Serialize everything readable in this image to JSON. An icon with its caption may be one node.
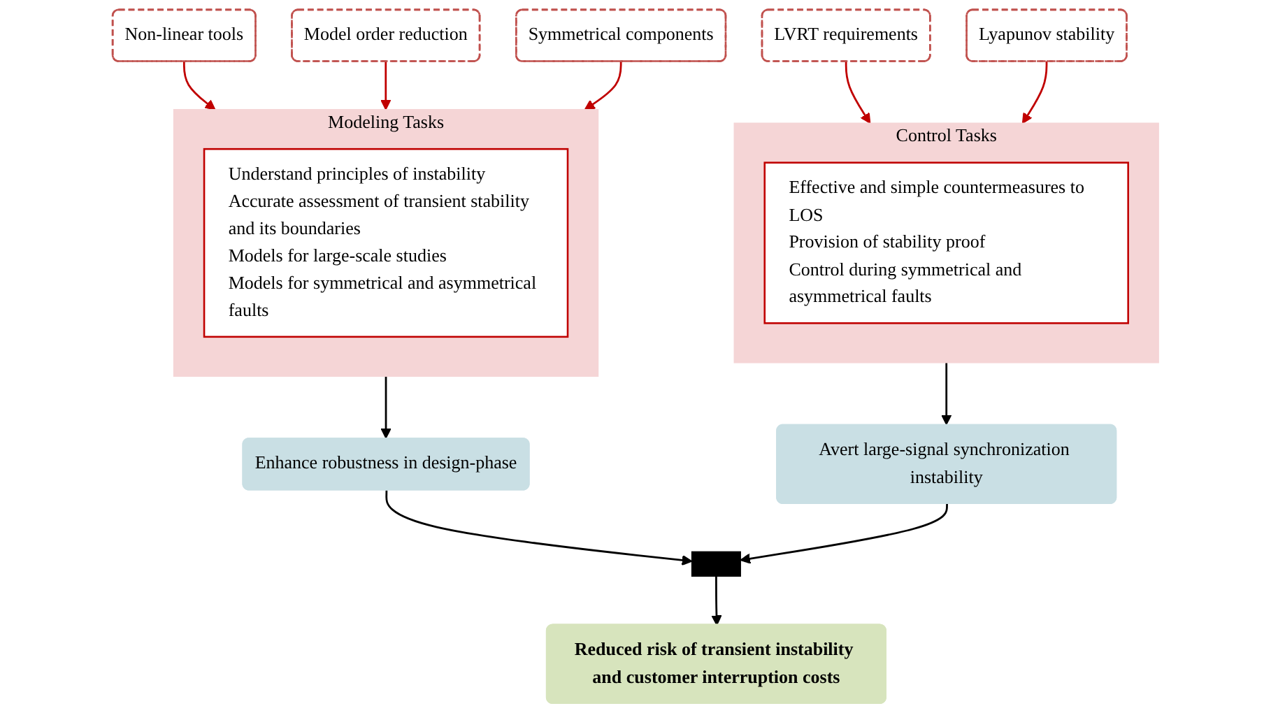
{
  "diagram": {
    "nodes": [
      {
        "text": [
          "Modeling Tasks"
        ]
      },
      {
        "text": [
          "Understand principles of instability",
          "Accurate assessment of transient stability and its boundaries",
          "Models for large-scale studies",
          "Models for symmetrical and asymmetrical faults"
        ],
        "in": 0
      },
      {
        "text": [
          "Control Tasks"
        ]
      },
      {
        "text": [
          "Effective and simple countermeasures to LOS",
          "Provision of stability proof",
          "Control during symmetrical and asymmetrical faults"
        ],
        "in": 2
      },
      {
        "text": [
          "Non-linear tools"
        ]
      },
      {
        "text": [
          "Model order reduction"
        ]
      },
      {
        "text": [
          "Symmetrical components"
        ]
      },
      {
        "text": [
          "LVRT requirements"
        ]
      },
      {
        "text": [
          "Lyapunov stability"
        ]
      },
      {
        "text": [
          "Enhance robustness in design-phase"
        ]
      },
      {
        "text": [
          "Avert large-signal synchronization instability"
        ]
      },
      {
        "text": [],
        "shape": "bar"
      },
      {
        "text": [
          "Reduced risk of transient instability and customer interruption costs"
        ]
      }
    ],
    "edges": [
      {
        "from": 4,
        "to": 0,
        "arrow": "to",
        "color": "#c00000"
      },
      {
        "from": 5,
        "to": 0,
        "arrow": "to",
        "color": "#c00000"
      },
      {
        "from": 6,
        "to": 0,
        "arrow": "to",
        "color": "#c00000"
      },
      {
        "from": 7,
        "to": 2,
        "arrow": "to",
        "color": "#c00000"
      },
      {
        "from": 8,
        "to": 2,
        "arrow": "to",
        "color": "#c00000"
      },
      {
        "from": 0,
        "to": 9,
        "arrow": "to",
        "color": "#000000"
      },
      {
        "from": 2,
        "to": 10,
        "arrow": "to",
        "color": "#000000"
      },
      {
        "from": 9,
        "to": 11,
        "arrow": "to",
        "color": "#000000"
      },
      {
        "from": 10,
        "to": 11,
        "arrow": "to",
        "color": "#000000"
      },
      {
        "from": 11,
        "to": 12,
        "arrow": "to",
        "color": "#000000"
      }
    ]
  }
}
